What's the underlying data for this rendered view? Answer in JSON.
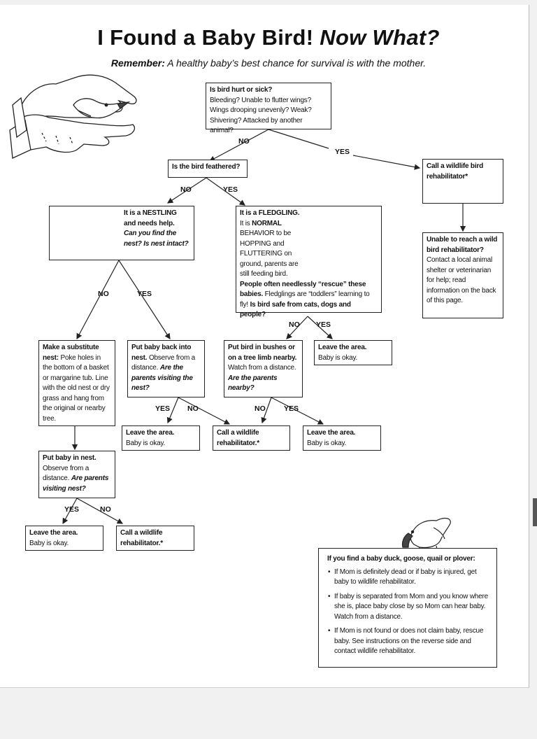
{
  "header": {
    "title_main": "I Found a Baby Bird!",
    "title_emph": "Now What?",
    "subtitle_lead": "Remember:",
    "subtitle_rest": "A healthy baby’s best chance for survival is with the mother."
  },
  "nodes": {
    "hurt": {
      "heading": "Is bird hurt or sick?",
      "body": "Bleeding? Unable to flutter wings? Wings drooping unevenly? Weak? Shivering? Attacked by another animal?"
    },
    "feathered": {
      "heading": "Is the bird feathered?"
    },
    "call_bird_rehab": {
      "heading": "Call a wildlife bird rehabilitator*"
    },
    "unable": {
      "heading": "Unable to reach a wild bird rehabilitator?",
      "body": "Contact a local animal shelter or veterinarian for help; read information on the back of this page."
    },
    "nestling": {
      "heading": "It is a NESTLING and needs help.",
      "question": "Can you find the nest? Is nest intact?"
    },
    "fledgling": {
      "heading": "It is a FLEDGLING.",
      "line1_pre": "It is ",
      "line1_bold": "NORMAL",
      "line2": "BEHAVIOR to be",
      "line3_bold": "HOPPING",
      "line3_post": " and",
      "line4_bold": "FLUTTERING",
      "line4_post": " on",
      "line5": "ground, parents are",
      "line6": "still feeding bird.",
      "line7_bold": "People often needlessly “rescue” these babies.",
      "line7_post": " Fledglings are “toddlers” learning to fly!",
      "question": "Is bird safe from cats, dogs and people?"
    },
    "substitute": {
      "heading": "Make a substitute nest:",
      "body": "Poke holes in the bottom of a basket or margarine tub. Line with the old nest or dry grass and hang from the original or nearby tree."
    },
    "put_back": {
      "heading": "Put baby back into nest.",
      "body": "Observe from a distance.",
      "question": "Are the parents visiting the nest?"
    },
    "bushes": {
      "heading": "Put bird in bushes or on a tree limb nearby.",
      "body": "Watch from a distance.",
      "question": "Are the parents nearby?"
    },
    "leave_1": {
      "heading": "Leave the area.",
      "body": "Baby is okay."
    },
    "leave_2": {
      "heading": "Leave the area.",
      "body": "Baby is okay."
    },
    "call_1": {
      "heading": "Call a wildlife rehabilitator.*"
    },
    "leave_3": {
      "heading": "Leave the area.",
      "body": "Baby is okay."
    },
    "put_in_nest": {
      "heading": "Put baby in nest.",
      "body": "Observe from a distance.",
      "question": "Are parents visiting nest?"
    },
    "leave_4": {
      "heading": "Leave the area.",
      "body": "Baby is okay."
    },
    "call_2": {
      "heading": "Call a wildlife rehabilitator.*"
    }
  },
  "edge_labels": {
    "hurt_no": "NO",
    "hurt_yes": "YES",
    "feathered_no": "NO",
    "feathered_yes": "YES",
    "nestling_no": "NO",
    "nestling_yes": "YES",
    "fledgling_no": "NO",
    "fledgling_yes": "YES",
    "putback_yes": "YES",
    "putback_no": "NO",
    "bushes_no": "NO",
    "bushes_yes": "YES",
    "putnest_yes": "YES",
    "putnest_no": "NO"
  },
  "duck_box": {
    "heading": "If you find a baby duck, goose, quail or plover:",
    "items": [
      "If Mom is definitely dead or if baby is injured, get baby to wildlife rehabilitator.",
      "If baby is separated from Mom and you know where she is, place baby close by so Mom can hear baby. Watch from a distance.",
      "If Mom is not found or does not claim baby, rescue baby. See instructions on the reverse side and contact wildlife rehabilitator."
    ]
  },
  "illustrations": [
    "hands-holding-bird",
    "nestling-bird",
    "fledgling-bird",
    "duckling"
  ]
}
